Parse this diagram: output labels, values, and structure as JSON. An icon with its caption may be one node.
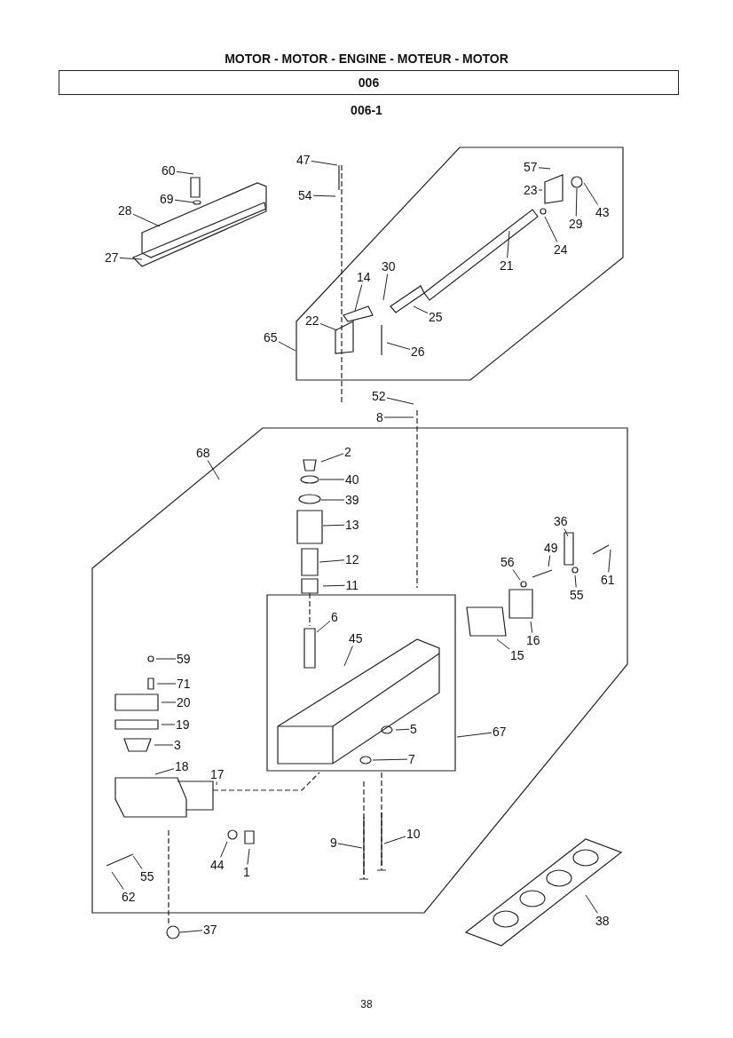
{
  "diagram": {
    "title": "MOTOR - MOTOR - ENGINE - MOTEUR - MOTOR",
    "nodes": [
      {
        "text": [
          "60"
        ]
      },
      {
        "text": [
          "69"
        ]
      },
      {
        "text": [
          "28"
        ]
      },
      {
        "text": [
          "27"
        ]
      },
      {
        "text": [
          "47"
        ]
      },
      {
        "text": [
          "54"
        ]
      },
      {
        "text": [
          "57"
        ]
      },
      {
        "text": [
          "23"
        ]
      },
      {
        "text": [
          "29"
        ]
      },
      {
        "text": [
          "43"
        ]
      },
      {
        "text": [
          "24"
        ]
      },
      {
        "text": [
          "21"
        ]
      },
      {
        "text": [
          "30"
        ]
      },
      {
        "text": [
          "14"
        ]
      },
      {
        "text": [
          "25"
        ]
      },
      {
        "text": [
          "65"
        ]
      },
      {
        "text": [
          "22"
        ]
      },
      {
        "text": [
          "26"
        ]
      },
      {
        "text": [
          "52"
        ]
      },
      {
        "text": [
          "8"
        ]
      },
      {
        "text": [
          "68"
        ]
      },
      {
        "text": [
          "2"
        ]
      },
      {
        "text": [
          "40"
        ]
      },
      {
        "text": [
          "39"
        ]
      },
      {
        "text": [
          "13"
        ]
      },
      {
        "text": [
          "12"
        ]
      },
      {
        "text": [
          "11"
        ]
      },
      {
        "text": [
          "36"
        ]
      },
      {
        "text": [
          "49"
        ]
      },
      {
        "text": [
          "56"
        ]
      },
      {
        "text": [
          "61"
        ]
      },
      {
        "text": [
          "55"
        ]
      },
      {
        "text": [
          "6"
        ]
      },
      {
        "text": [
          "45"
        ]
      },
      {
        "text": [
          "16"
        ]
      },
      {
        "text": [
          "15"
        ]
      },
      {
        "text": [
          "59"
        ]
      },
      {
        "text": [
          "71"
        ]
      },
      {
        "text": [
          "20"
        ]
      },
      {
        "text": [
          "19"
        ]
      },
      {
        "text": [
          "3"
        ]
      },
      {
        "text": [
          "18"
        ]
      },
      {
        "text": [
          "17"
        ]
      },
      {
        "text": [
          "5"
        ]
      },
      {
        "text": [
          "7"
        ]
      },
      {
        "text": [
          "67"
        ]
      },
      {
        "text": [
          "10"
        ]
      },
      {
        "text": [
          "9"
        ]
      },
      {
        "text": [
          "44"
        ]
      },
      {
        "text": [
          "1"
        ]
      },
      {
        "text": [
          "55"
        ]
      },
      {
        "text": [
          "62"
        ]
      },
      {
        "text": [
          "37"
        ]
      },
      {
        "text": [
          "38"
        ]
      }
    ],
    "edges": [
      {
        "from": 0,
        "to": null,
        "arrow": "none"
      },
      {
        "from": 1,
        "to": null,
        "arrow": "none"
      },
      {
        "from": 2,
        "to": null,
        "arrow": "none"
      },
      {
        "from": 3,
        "to": null,
        "arrow": "none"
      },
      {
        "from": 4,
        "to": null,
        "arrow": "none"
      },
      {
        "from": 5,
        "to": null,
        "arrow": "none"
      },
      {
        "from": 6,
        "to": null,
        "arrow": "none"
      },
      {
        "from": 7,
        "to": null,
        "arrow": "none"
      },
      {
        "from": 8,
        "to": null,
        "arrow": "none"
      },
      {
        "from": 9,
        "to": null,
        "arrow": "none"
      },
      {
        "from": 10,
        "to": null,
        "arrow": "none"
      },
      {
        "from": 11,
        "to": null,
        "arrow": "none"
      },
      {
        "from": 12,
        "to": null,
        "arrow": "none"
      },
      {
        "from": 13,
        "to": null,
        "arrow": "none"
      },
      {
        "from": 14,
        "to": null,
        "arrow": "none"
      },
      {
        "from": 15,
        "to": null,
        "arrow": "none"
      },
      {
        "from": 16,
        "to": null,
        "arrow": "none"
      },
      {
        "from": 17,
        "to": null,
        "arrow": "none"
      },
      {
        "from": 18,
        "to": null,
        "arrow": "none"
      },
      {
        "from": 19,
        "to": null,
        "arrow": "none"
      },
      {
        "from": 20,
        "to": null,
        "arrow": "none"
      },
      {
        "from": 21,
        "to": null,
        "arrow": "none"
      },
      {
        "from": 22,
        "to": null,
        "arrow": "none"
      },
      {
        "from": 23,
        "to": null,
        "arrow": "none"
      },
      {
        "from": 24,
        "to": null,
        "arrow": "none"
      },
      {
        "from": 25,
        "to": null,
        "arrow": "none"
      },
      {
        "from": 26,
        "to": null,
        "arrow": "none"
      },
      {
        "from": 27,
        "to": null,
        "arrow": "none"
      },
      {
        "from": 28,
        "to": null,
        "arrow": "none"
      },
      {
        "from": 29,
        "to": null,
        "arrow": "none"
      },
      {
        "from": 30,
        "to": null,
        "arrow": "none"
      },
      {
        "from": 31,
        "to": null,
        "arrow": "none"
      },
      {
        "from": 32,
        "to": null,
        "arrow": "none"
      },
      {
        "from": 33,
        "to": null,
        "arrow": "none"
      },
      {
        "from": 34,
        "to": null,
        "arrow": "none"
      },
      {
        "from": 35,
        "to": null,
        "arrow": "none"
      },
      {
        "from": 36,
        "to": null,
        "arrow": "none"
      },
      {
        "from": 37,
        "to": null,
        "arrow": "none"
      },
      {
        "from": 38,
        "to": null,
        "arrow": "none"
      },
      {
        "from": 39,
        "to": null,
        "arrow": "none"
      },
      {
        "from": 40,
        "to": null,
        "arrow": "none"
      },
      {
        "from": 41,
        "to": null,
        "arrow": "none"
      },
      {
        "from": 42,
        "to": null,
        "arrow": "none"
      },
      {
        "from": 43,
        "to": null,
        "arrow": "none"
      },
      {
        "from": 44,
        "to": null,
        "arrow": "none"
      },
      {
        "from": 45,
        "to": null,
        "arrow": "none"
      },
      {
        "from": 46,
        "to": null,
        "arrow": "none"
      },
      {
        "from": 47,
        "to": null,
        "arrow": "none"
      },
      {
        "from": 48,
        "to": null,
        "arrow": "none"
      },
      {
        "from": 49,
        "to": null,
        "arrow": "none"
      },
      {
        "from": 50,
        "to": null,
        "arrow": "none"
      },
      {
        "from": 51,
        "to": null,
        "arrow": "none"
      },
      {
        "from": 52,
        "to": null,
        "arrow": "none"
      },
      {
        "from": 53,
        "to": null,
        "arrow": "none"
      }
    ],
    "labels": [
      "006",
      "006-1",
      "38"
    ]
  }
}
